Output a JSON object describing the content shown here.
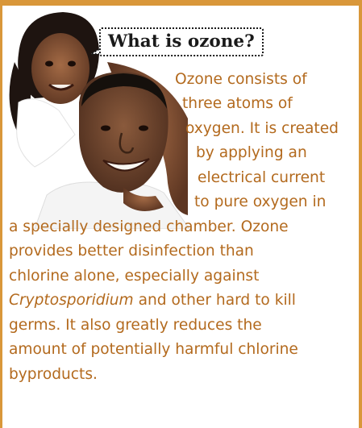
{
  "bubble": {
    "title": "What is ozone?"
  },
  "photo": {
    "description_icon": "father-daughter-photo"
  },
  "body": {
    "lines": [
      "Ozone consists of",
      "three atoms of",
      "oxygen. It is created",
      "by applying an",
      "electrical current",
      "to pure oxygen in",
      "a specially designed chamber. Ozone",
      "provides better disinfection than",
      "chlorine alone, especially against",
      "Cryptosporidium",
      " and other hard to kill",
      "germs. It also greatly reduces the",
      "amount of potentially harmful chlorine",
      "byproducts."
    ]
  },
  "colors": {
    "border": "#d9973a",
    "text": "#b36a1e",
    "bubble_text": "#1a1a1a"
  }
}
